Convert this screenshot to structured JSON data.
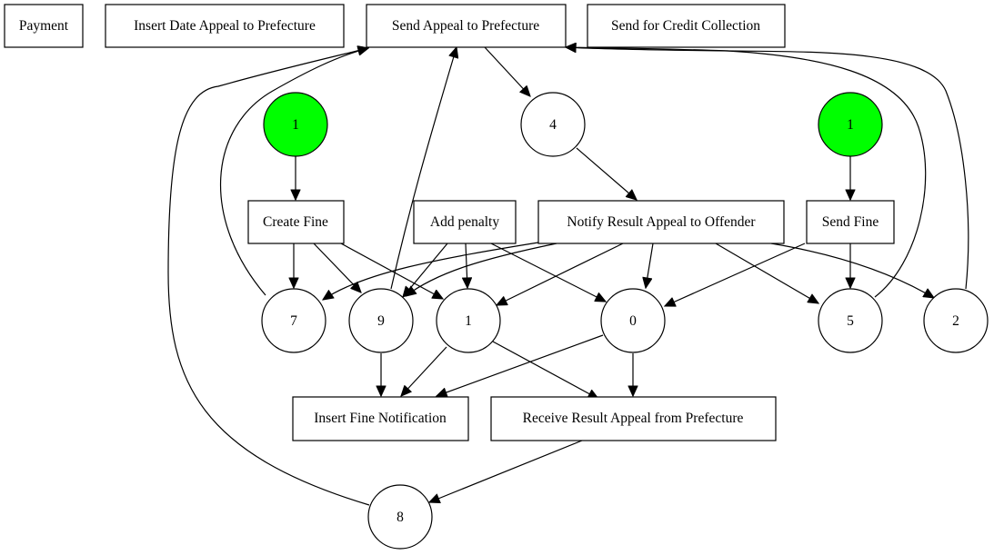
{
  "colors": {
    "initial_marking_fill": "#00ff00",
    "place_fill": "#ffffff",
    "stroke": "#000000"
  },
  "transitions": [
    {
      "id": "payment",
      "label": "Payment"
    },
    {
      "id": "insert-date-appeal",
      "label": "Insert Date Appeal to Prefecture"
    },
    {
      "id": "send-appeal",
      "label": "Send Appeal to Prefecture"
    },
    {
      "id": "send-credit",
      "label": "Send for Credit Collection"
    },
    {
      "id": "create-fine",
      "label": "Create Fine"
    },
    {
      "id": "add-penalty",
      "label": "Add penalty"
    },
    {
      "id": "notify-result",
      "label": "Notify Result Appeal to Offender"
    },
    {
      "id": "send-fine",
      "label": "Send Fine"
    },
    {
      "id": "insert-fine-notification",
      "label": "Insert Fine Notification"
    },
    {
      "id": "receive-result",
      "label": "Receive Result Appeal from Prefecture"
    }
  ],
  "places": [
    {
      "id": "start-a",
      "label": "1",
      "initial": true
    },
    {
      "id": "start-b",
      "label": "1",
      "initial": true
    },
    {
      "id": "p4",
      "label": "4",
      "initial": false
    },
    {
      "id": "p7",
      "label": "7",
      "initial": false
    },
    {
      "id": "p9",
      "label": "9",
      "initial": false
    },
    {
      "id": "p1",
      "label": "1",
      "initial": false
    },
    {
      "id": "p0",
      "label": "0",
      "initial": false
    },
    {
      "id": "p5",
      "label": "5",
      "initial": false
    },
    {
      "id": "p2",
      "label": "2",
      "initial": false
    },
    {
      "id": "p8",
      "label": "8",
      "initial": false
    }
  ],
  "arcs": [
    {
      "from": "send-appeal",
      "to": "p4"
    },
    {
      "from": "p4",
      "to": "notify-result"
    },
    {
      "from": "start-a",
      "to": "create-fine"
    },
    {
      "from": "start-b",
      "to": "send-fine"
    },
    {
      "from": "create-fine",
      "to": "p7"
    },
    {
      "from": "create-fine",
      "to": "p9"
    },
    {
      "from": "create-fine",
      "to": "p1"
    },
    {
      "from": "add-penalty",
      "to": "p9"
    },
    {
      "from": "add-penalty",
      "to": "p1"
    },
    {
      "from": "add-penalty",
      "to": "p0"
    },
    {
      "from": "notify-result",
      "to": "p7"
    },
    {
      "from": "notify-result",
      "to": "p9"
    },
    {
      "from": "notify-result",
      "to": "p1"
    },
    {
      "from": "notify-result",
      "to": "p0"
    },
    {
      "from": "notify-result",
      "to": "p5"
    },
    {
      "from": "notify-result",
      "to": "p2"
    },
    {
      "from": "send-fine",
      "to": "p0"
    },
    {
      "from": "send-fine",
      "to": "p5"
    },
    {
      "from": "p9",
      "to": "insert-fine-notification"
    },
    {
      "from": "p1",
      "to": "insert-fine-notification"
    },
    {
      "from": "p0",
      "to": "insert-fine-notification"
    },
    {
      "from": "p1",
      "to": "receive-result"
    },
    {
      "from": "p0",
      "to": "receive-result"
    },
    {
      "from": "receive-result",
      "to": "p8"
    },
    {
      "from": "p7",
      "to": "send-appeal"
    },
    {
      "from": "p9",
      "to": "send-appeal"
    },
    {
      "from": "p8",
      "to": "send-appeal"
    },
    {
      "from": "p5",
      "to": "send-appeal"
    },
    {
      "from": "p2",
      "to": "send-appeal"
    }
  ]
}
